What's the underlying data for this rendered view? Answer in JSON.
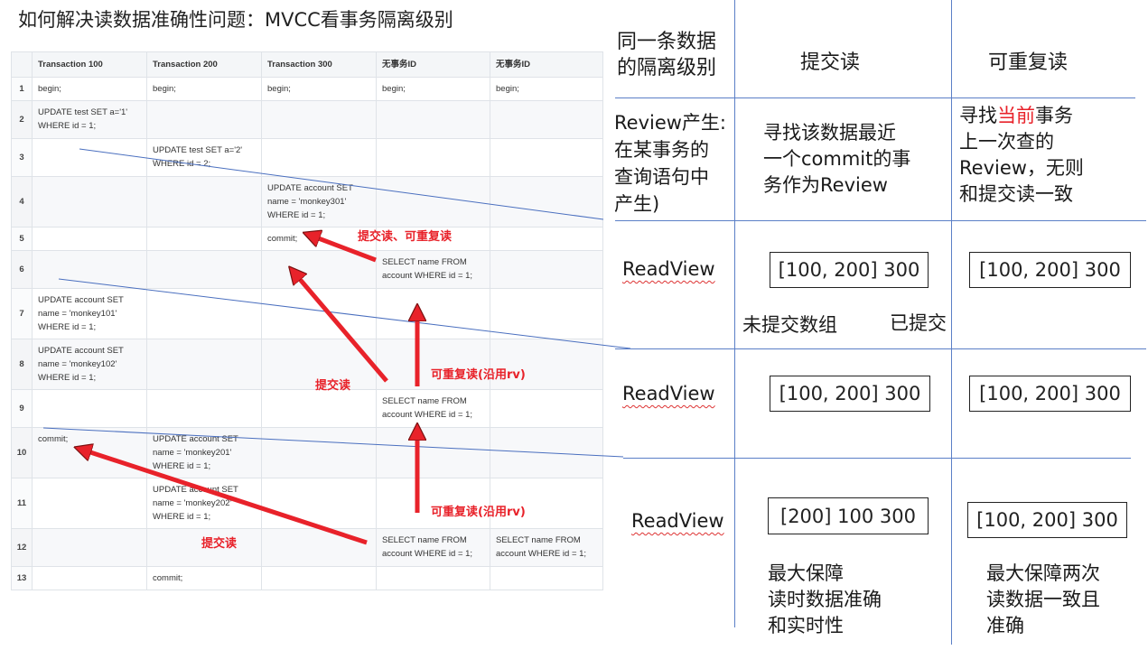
{
  "title": "如何解决读数据准确性问题：MVCC看事务隔离级别",
  "table": {
    "headers": [
      "",
      "Transaction 100",
      "Transaction 200",
      "Transaction 300",
      "无事务ID",
      "无事务ID"
    ],
    "rows": [
      {
        "idx": "1",
        "cells": [
          [
            "begin;"
          ],
          [
            "begin;"
          ],
          [
            "begin;"
          ],
          [
            "begin;"
          ],
          [
            "begin;"
          ]
        ]
      },
      {
        "idx": "2",
        "cells": [
          [
            "UPDATE test SET a='1'",
            "WHERE id = 1;"
          ],
          [],
          [],
          [],
          []
        ]
      },
      {
        "idx": "3",
        "cells": [
          [],
          [
            "UPDATE test SET a='2'",
            "WHERE id = 2;"
          ],
          [],
          [],
          []
        ]
      },
      {
        "idx": "4",
        "cells": [
          [],
          [],
          [
            "UPDATE account SET",
            "name = 'monkey301'",
            "WHERE id = 1;"
          ],
          [],
          []
        ]
      },
      {
        "idx": "5",
        "cells": [
          [],
          [],
          [
            "commit;"
          ],
          [],
          []
        ]
      },
      {
        "idx": "6",
        "cells": [
          [],
          [],
          [],
          [
            "SELECT name FROM",
            "account WHERE id = 1;"
          ],
          []
        ]
      },
      {
        "idx": "7",
        "cells": [
          [
            "UPDATE account SET",
            "name = 'monkey101'",
            "WHERE id = 1;"
          ],
          [],
          [],
          [],
          []
        ]
      },
      {
        "idx": "8",
        "cells": [
          [
            "UPDATE account SET",
            "name = 'monkey102'",
            "WHERE id = 1;"
          ],
          [],
          [],
          [],
          []
        ]
      },
      {
        "idx": "9",
        "cells": [
          [],
          [],
          [],
          [
            "SELECT name FROM",
            "account WHERE id = 1;"
          ],
          []
        ]
      },
      {
        "idx": "10",
        "cells": [
          [
            "commit;"
          ],
          [
            "UPDATE account SET",
            "name = 'monkey201'",
            "WHERE id = 1;"
          ],
          [],
          [],
          []
        ]
      },
      {
        "idx": "11",
        "cells": [
          [],
          [
            "UPDATE account SET",
            "name = 'monkey202'",
            "WHERE id = 1;"
          ],
          [],
          [],
          []
        ]
      },
      {
        "idx": "12",
        "cells": [
          [],
          [],
          [],
          [
            "SELECT name FROM",
            "account WHERE id = 1;"
          ],
          [
            "SELECT name FROM",
            "account WHERE id = 1;"
          ]
        ]
      },
      {
        "idx": "13",
        "cells": [
          [],
          [
            "commit;"
          ],
          [],
          [],
          []
        ]
      }
    ]
  },
  "annotations": {
    "rc_rr": "提交读、可重复读",
    "rc_1": "提交读",
    "rr_1": "可重复读(沿用rv)",
    "rr_2": "可重复读(沿用rv)",
    "rc_2": "提交读"
  },
  "grid": {
    "header_left": [
      "同一条数据",
      "的隔离级别"
    ],
    "header_rc": "提交读",
    "header_rr": "可重复读",
    "review_left": [
      "Review产生:",
      "在某事务的",
      "查询语句中",
      "产生)"
    ],
    "review_rc": [
      "寻找该数据最近",
      "一个commit的事",
      "务作为Review"
    ],
    "review_rr_prefix": "寻找",
    "review_rr_highlight": "当前",
    "review_rr_suffix": "事务",
    "review_rr_rest": [
      "上一次查的",
      "Review，无则",
      "和提交读一致"
    ],
    "readview_label": "ReadView",
    "rv1_rc": "[100,  200]  300",
    "rv1_rr": "[100,  200]  300",
    "uncommitted_label": "未提交数组",
    "committed_label": "已提交",
    "rv2_rc": "[100,  200]  300",
    "rv2_rr": "[100,  200]  300",
    "rv3_rc": "[200]  100  300",
    "rv3_rr": "[100,  200]  300",
    "summary_rc": [
      "最大保障",
      "读时数据准确",
      "和实时性"
    ],
    "summary_rr": [
      "最大保障两次",
      "读数据一致且",
      "准确"
    ]
  },
  "colors": {
    "arrow_red": "#e8222a",
    "line_blue": "#4a6fbf",
    "grid_blue": "#5b7fc7"
  }
}
